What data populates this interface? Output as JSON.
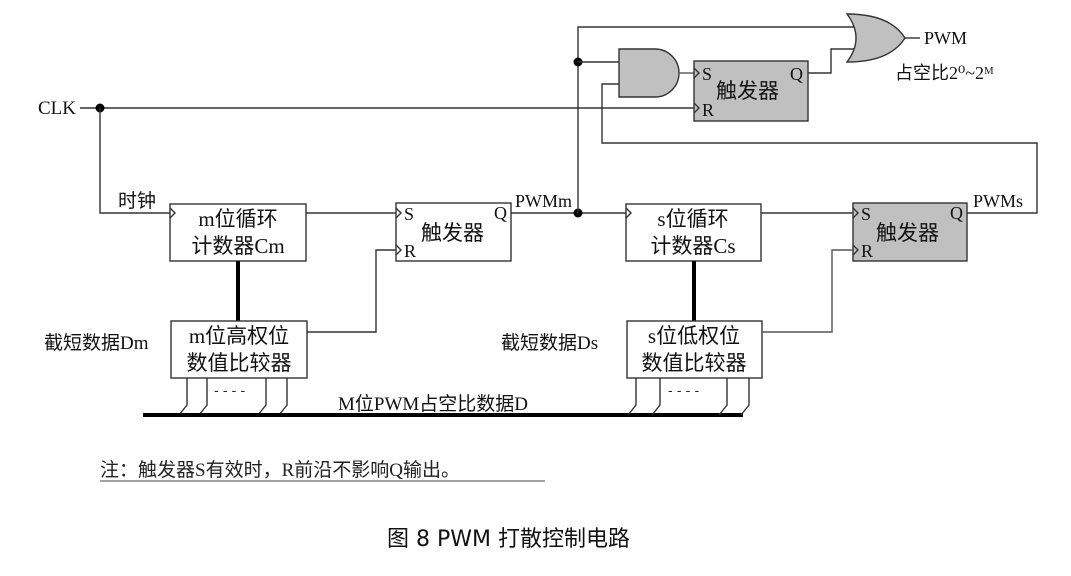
{
  "signals": {
    "clk": "CLK",
    "clock": "时钟",
    "pwm_m": "PWMm",
    "pwm_s": "PWMs",
    "pwm_out": "PWM",
    "duty_range": "占空比2⁰~2ᴹ",
    "trunc_dm": "截短数据Dm",
    "trunc_ds": "截短数据Ds",
    "bus_label": "M位PWM占空比数据D",
    "ellipsis": "- - - -"
  },
  "blocks": {
    "counter_m": {
      "line1": "m位循环",
      "line2": "计数器Cm"
    },
    "counter_s": {
      "line1": "s位循环",
      "line2": "计数器Cs"
    },
    "comparator_m": {
      "line1": "m位高权位",
      "line2": "数值比较器"
    },
    "comparator_s": {
      "line1": "s位低权位",
      "line2": "数值比较器"
    },
    "flipflop": {
      "label": "触发器",
      "s": "S",
      "r": "R",
      "q": "Q"
    }
  },
  "note": "注：触发器S有效时，R前沿不影响Q输出。",
  "caption": "图  8 PWM 打散控制电路",
  "colors": {
    "gray_fill": "#c0c0c0",
    "line": "#333333"
  }
}
